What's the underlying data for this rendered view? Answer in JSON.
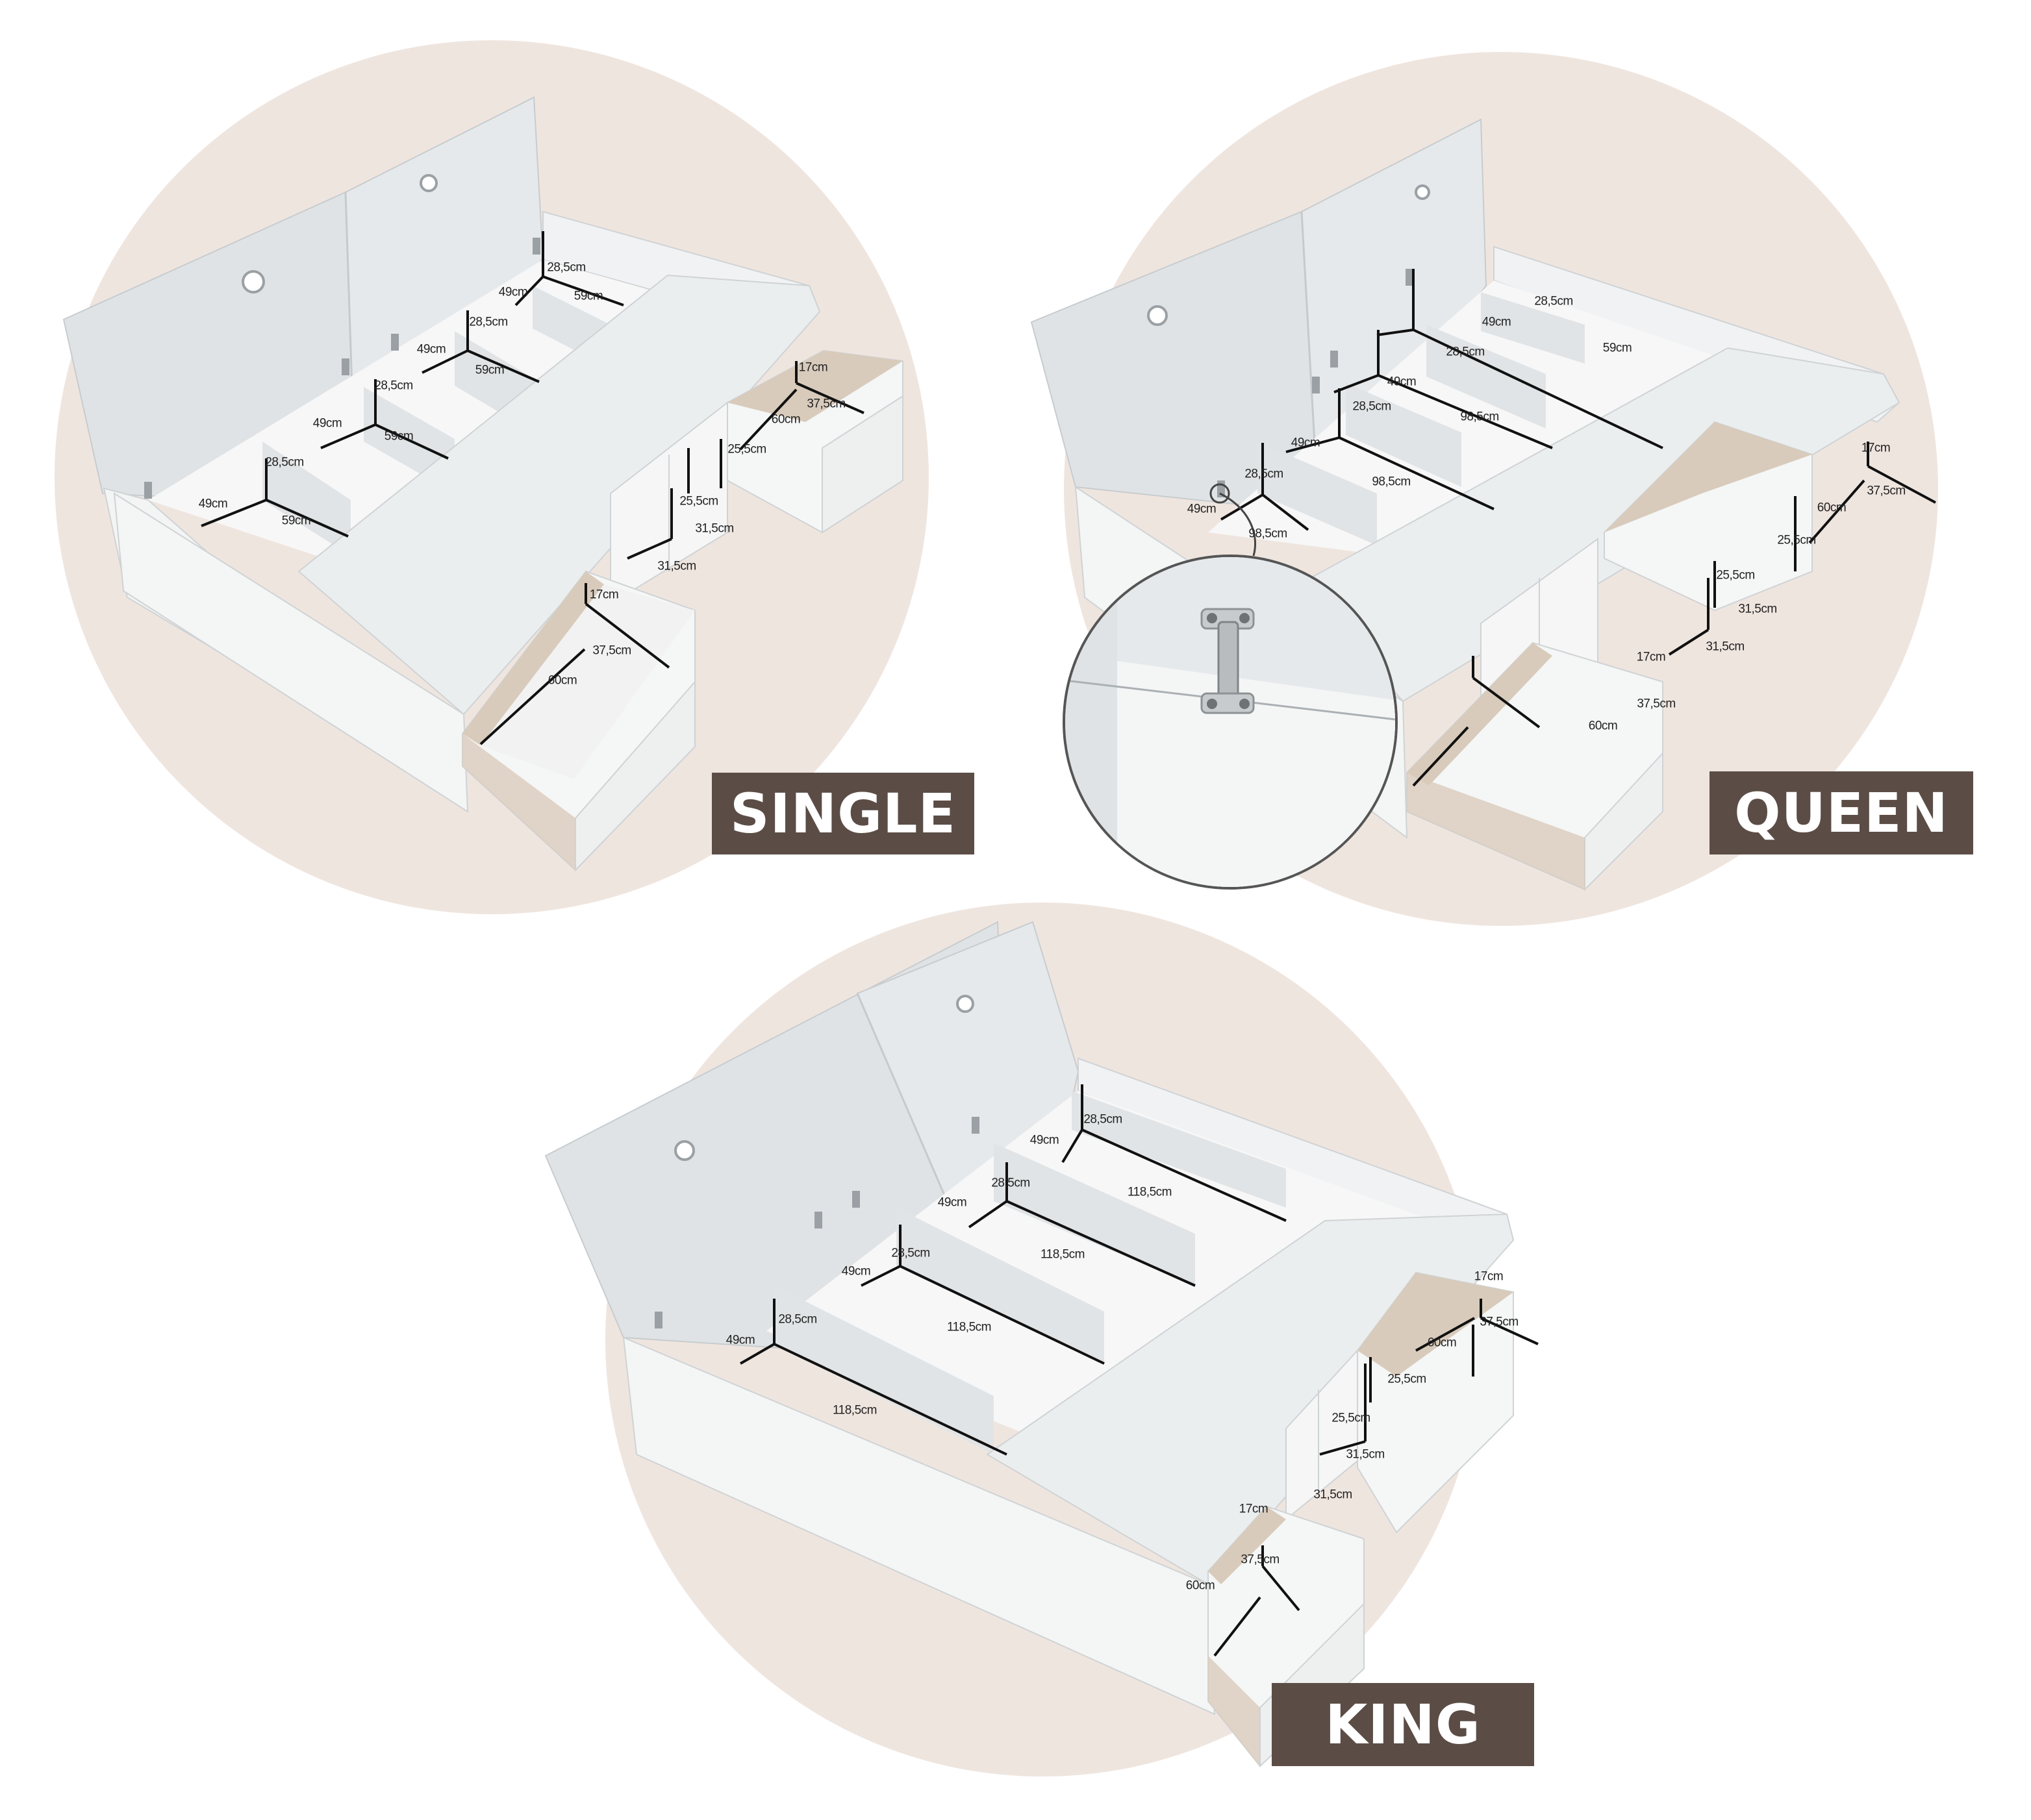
{
  "colors": {
    "circle_bg": "#efe5df",
    "label_bg": "#5b4d46",
    "label_text": "#ffffff",
    "panel_white": "#f3f4f4",
    "panel_shade": "#e4e7e8",
    "lid_face": "#dfe3e5",
    "wood": "#d8cbbb",
    "dimension_line": "#111111"
  },
  "icons": {
    "hinge": "hinge-icon",
    "magnifier_connector": "callout-line"
  },
  "single": {
    "label": "SINGLE",
    "dims": {
      "h1": "28,5cm",
      "w1": "49cm",
      "l1": "59cm",
      "h2": "28,5cm",
      "w2": "49cm",
      "l2": "59cm",
      "h3": "28,5cm",
      "w3": "49cm",
      "l3": "59cm",
      "h4": "28,5cm",
      "w4": "49cm",
      "l4": "59cm",
      "d1_h": "17cm",
      "d1_w": "37,5cm",
      "d1_l": "60cm",
      "d2_h": "17cm",
      "d2_w": "37,5cm",
      "d2_l": "60cm",
      "c1_h": "25,5cm",
      "c1_w": "31,5cm",
      "c2_w": "31,5cm",
      "c3_h": "25,5cm"
    }
  },
  "queen": {
    "label": "QUEEN",
    "dims": {
      "h1": "28,5cm",
      "w1": "49cm",
      "l1": "98,5cm",
      "h2": "28,5cm",
      "w2": "49cm",
      "l2": "98,5cm",
      "h3": "28,5cm",
      "w3": "49cm",
      "l3": "98,5cm",
      "h4": "28,5cm",
      "w4": "49cm",
      "l4": "59cm",
      "d1_h": "17cm",
      "d1_w": "37,5cm",
      "d1_l": "60cm",
      "d2_h": "17cm",
      "d2_w": "37,5cm",
      "d2_l": "60cm",
      "c1_h": "25,5cm",
      "c1_w": "31,5cm",
      "c2_w": "31,5cm",
      "c3_h": "25,5cm"
    }
  },
  "king": {
    "label": "KING",
    "dims": {
      "h1": "28,5cm",
      "w1": "49cm",
      "l1": "118,5cm",
      "h2": "28,5cm",
      "w2": "49cm",
      "l2": "118,5cm",
      "h3": "28,5cm",
      "w3": "49cm",
      "l3": "118,5cm",
      "h4": "28,5cm",
      "w4": "49cm",
      "l4": "118,5cm",
      "d1_h": "17cm",
      "d1_w": "37,5cm",
      "d1_l": "60cm",
      "d2_h": "17cm",
      "d2_w": "37,5cm",
      "d2_l": "60cm",
      "c1_h": "25,5cm",
      "c1_w": "31,5cm",
      "c2_w": "31,5cm",
      "c3_h": "25,5cm"
    }
  }
}
